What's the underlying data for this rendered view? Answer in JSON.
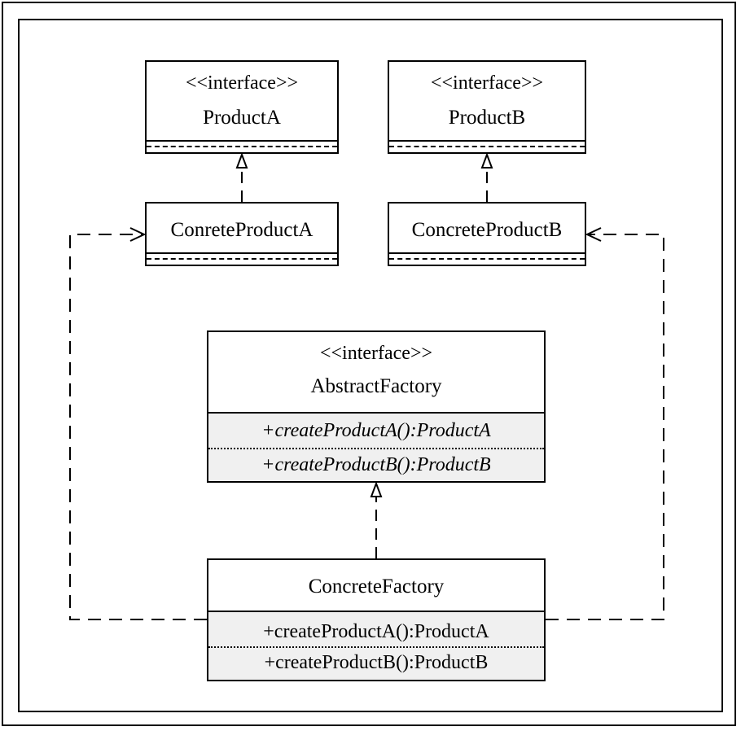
{
  "classes": {
    "product_a": {
      "stereotype": "<<interface>>",
      "name": "ProductA"
    },
    "product_b": {
      "stereotype": "<<interface>>",
      "name": "ProductB"
    },
    "concrete_product_a": {
      "name": "ConreteProductA"
    },
    "concrete_product_b": {
      "name": "ConcreteProductB"
    },
    "abstract_factory": {
      "stereotype": "<<interface>>",
      "name": "AbstractFactory",
      "operations": [
        "+createProductA():ProductA",
        "+createProductB():ProductB"
      ]
    },
    "concrete_factory": {
      "name": "ConcreteFactory",
      "operations": [
        "+createProductA():ProductA",
        "+createProductB():ProductB"
      ]
    }
  },
  "relations": [
    {
      "type": "realization",
      "from": "ConreteProductA",
      "to": "ProductA"
    },
    {
      "type": "realization",
      "from": "ConcreteProductB",
      "to": "ProductB"
    },
    {
      "type": "realization",
      "from": "ConcreteFactory",
      "to": "AbstractFactory"
    },
    {
      "type": "dependency",
      "from": "ConcreteFactory",
      "to": "ConreteProductA"
    },
    {
      "type": "dependency",
      "from": "ConcreteFactory",
      "to": "ConcreteProductB"
    }
  ],
  "colors": {
    "line": "#000000",
    "operations_fill": "#f0f0f0",
    "box_fill": "#ffffff"
  }
}
